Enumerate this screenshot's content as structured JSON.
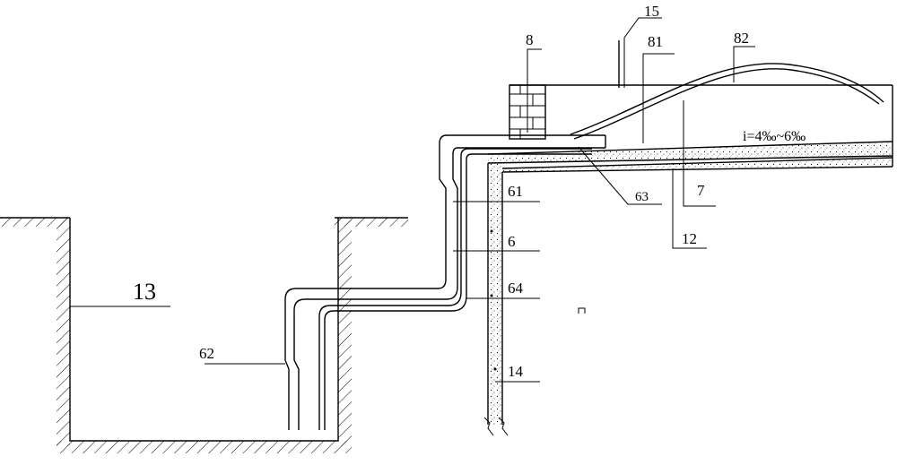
{
  "labels": {
    "l15": "15",
    "l8": "8",
    "l81": "81",
    "l82": "82",
    "slope": "i=4‰~6‰",
    "l61": "61",
    "l63": "63",
    "l7": "7",
    "l12": "12",
    "l6": "6",
    "l64": "64",
    "l13": "13",
    "l62": "62",
    "l14": "14"
  },
  "colors": {
    "line": "#000000",
    "background": "#ffffff"
  }
}
